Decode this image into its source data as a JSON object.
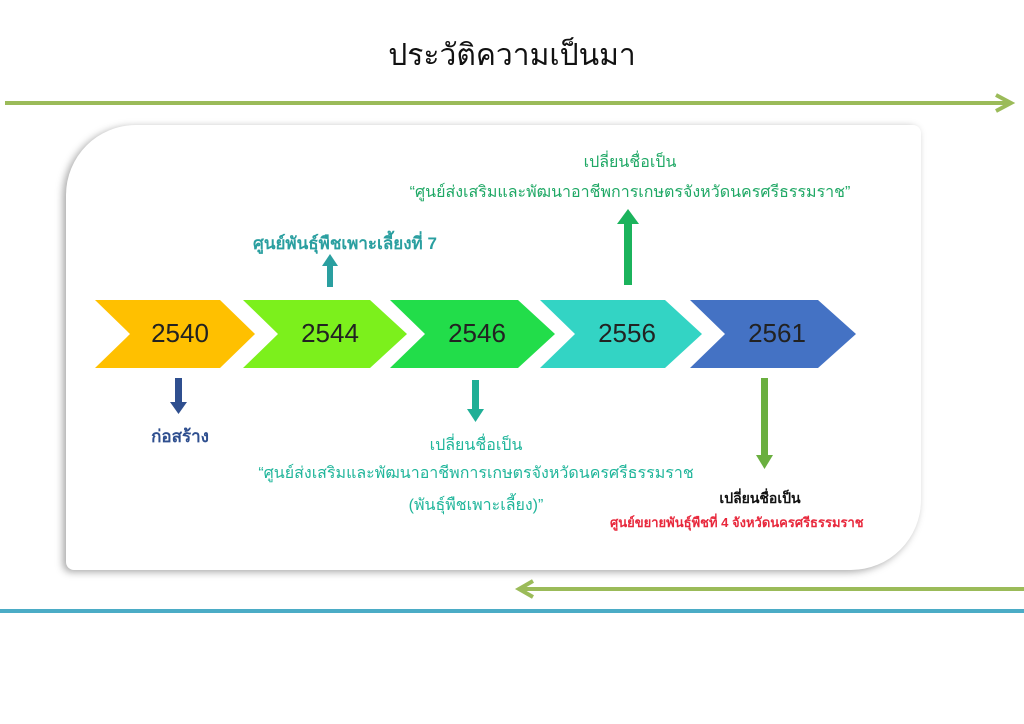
{
  "title": "ประวัติความเป็นมา",
  "colors": {
    "line_green": "#9BBB59",
    "line_blue": "#4BACC6"
  },
  "timeline": [
    {
      "year": "2540",
      "color": "#FFC000"
    },
    {
      "year": "2544",
      "color": "#7CF01C"
    },
    {
      "year": "2546",
      "color": "#22DD4A"
    },
    {
      "year": "2556",
      "color": "#33D4C4"
    },
    {
      "year": "2561",
      "color": "#4472C4"
    }
  ],
  "events": {
    "e2540": {
      "text": "ก่อสร้าง",
      "color": "#2F4F8F"
    },
    "e2544": {
      "text": "ศูนย์พันธุ์พืชเพาะเลี้ยงที่ 7",
      "color": "#2A9FA0"
    },
    "e2546": {
      "line1": "เปลี่ยนชื่อเป็น",
      "line2": "“ศูนย์ส่งเสริมและพัฒนาอาชีพการเกษตรจังหวัดนครศรีธรรมราช",
      "line3": "(พันธุ์พืชเพาะเลี้ยง)”",
      "color": "#1FB59A"
    },
    "e2556": {
      "line1": "เปลี่ยนชื่อเป็น",
      "line2": "“ศูนย์ส่งเสริมและพัฒนาอาชีพการเกษตรจังหวัดนครศรีธรรมราช”",
      "color": "#1FA865"
    },
    "e2561": {
      "line1": "เปลี่ยนชื่อเป็น",
      "line2": "ศูนย์ขยายพันธุ์พืชที่ 4 จังหวัดนครศรีธรรมราช",
      "color": "#E8283C"
    }
  }
}
